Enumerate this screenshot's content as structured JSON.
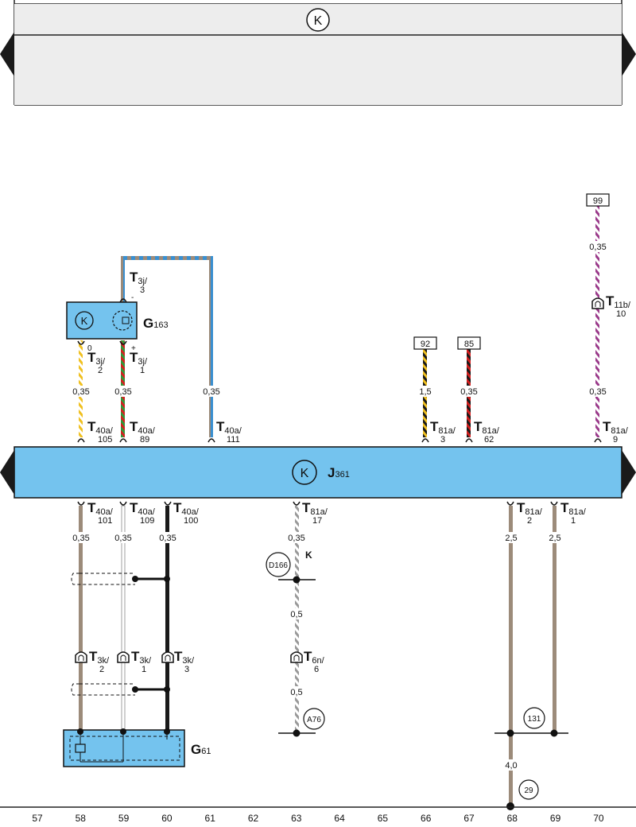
{
  "ground_symbol": "K",
  "components": {
    "j361": {
      "letter": "J",
      "number": "361",
      "symbol": "K"
    },
    "g163": {
      "letter": "G",
      "number": "163",
      "symbol": "K"
    },
    "g61": {
      "letter": "G",
      "number": "61"
    }
  },
  "connectors": {
    "t3j_3": {
      "main": "T",
      "sub": "3j/",
      "pin": "3"
    },
    "t3j_2": {
      "main": "T",
      "sub": "3j/",
      "pin": "2"
    },
    "t3j_1": {
      "main": "T",
      "sub": "3j/",
      "pin": "1"
    },
    "t40a_105": {
      "main": "T",
      "sub": "40a/",
      "pin": "105"
    },
    "t40a_89": {
      "main": "T",
      "sub": "40a/",
      "pin": "89"
    },
    "t40a_111": {
      "main": "T",
      "sub": "40a/",
      "pin": "111"
    },
    "t81a_3": {
      "main": "T",
      "sub": "81a/",
      "pin": "3"
    },
    "t81a_62": {
      "main": "T",
      "sub": "81a/",
      "pin": "62"
    },
    "t81a_9": {
      "main": "T",
      "sub": "81a/",
      "pin": "9"
    },
    "t11b_10": {
      "main": "T",
      "sub": "11b/",
      "pin": "10"
    },
    "t40a_101": {
      "main": "T",
      "sub": "40a/",
      "pin": "101"
    },
    "t40a_109": {
      "main": "T",
      "sub": "40a/",
      "pin": "109"
    },
    "t40a_100": {
      "main": "T",
      "sub": "40a/",
      "pin": "100"
    },
    "t81a_17": {
      "main": "T",
      "sub": "81a/",
      "pin": "17"
    },
    "t81a_2": {
      "main": "T",
      "sub": "81a/",
      "pin": "2"
    },
    "t81a_1": {
      "main": "T",
      "sub": "81a/",
      "pin": "1"
    },
    "t3k_2": {
      "main": "T",
      "sub": "3k/",
      "pin": "2"
    },
    "t3k_1": {
      "main": "T",
      "sub": "3k/",
      "pin": "1"
    },
    "t3k_3": {
      "main": "T",
      "sub": "3k/",
      "pin": "3"
    },
    "t6n_6": {
      "main": "T",
      "sub": "6n/",
      "pin": "6"
    }
  },
  "pin_marks": {
    "minus": "-",
    "zero": "0",
    "plus": "+"
  },
  "gauges": {
    "w58_top": "0,35",
    "w59_top": "0,35",
    "w61_top": "0,35",
    "w66_top": "1,5",
    "w67_top": "0,35",
    "w70_upper": "0,35",
    "w70_lower": "0,35",
    "w58_bot": "0,35",
    "w59_bot": "0,35",
    "w60_bot": "0,35",
    "w63_a": "0,35",
    "w63_b": "0,5",
    "w63_c": "0,5",
    "w68_bot": "2,5",
    "w69_bot": "2,5",
    "w68_ground": "4,0"
  },
  "refs": {
    "r92": "92",
    "r85": "85",
    "r99": "99"
  },
  "circles": {
    "d166": "D166",
    "a76": "A76",
    "c131": "131",
    "c29": "29"
  },
  "shield_label": "K",
  "colors": {
    "module_fill": "#74c3ee",
    "brown": "#9c8b7a",
    "black": "#1a1a1a",
    "yellow": "#f0c020",
    "red": "#d42020",
    "green": "#2e9a3a",
    "blue": "#3a8fd0",
    "violet": "#9a3a8a",
    "grey": "#aaaaaa",
    "white": "#ffffff"
  },
  "axis": {
    "columns": [
      "57",
      "58",
      "59",
      "60",
      "61",
      "62",
      "63",
      "64",
      "65",
      "66",
      "67",
      "68",
      "69",
      "70"
    ]
  }
}
